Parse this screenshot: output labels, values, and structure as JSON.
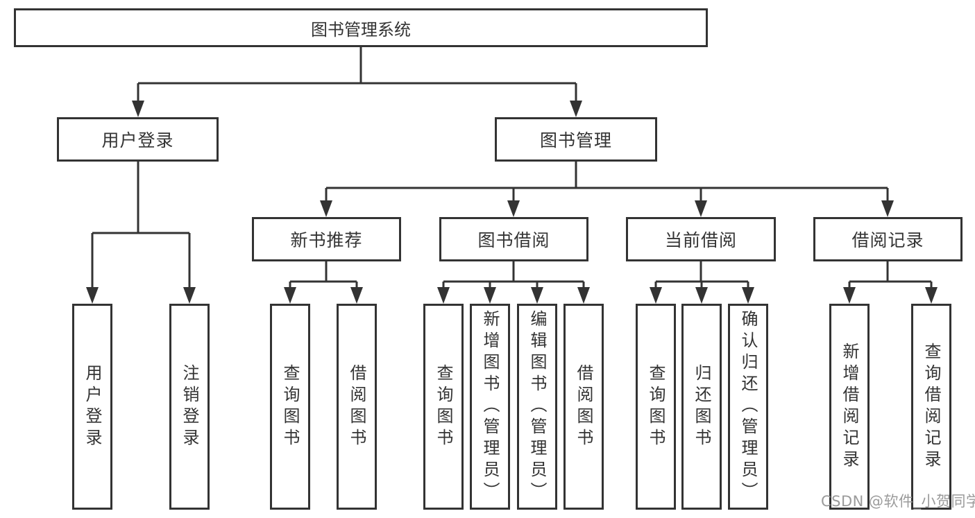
{
  "diagram": {
    "type": "functional-structure-tree",
    "colors": {
      "line": "#333333",
      "box_border": "#333333",
      "box_background": "#ffffff",
      "text": "#333333",
      "watermark": "#9b9b9b"
    },
    "tree": {
      "label": "图书管理系统",
      "children": [
        {
          "label": "用户登录",
          "children": [
            {
              "label": "用户登录"
            },
            {
              "label": "注销登录"
            }
          ]
        },
        {
          "label": "图书管理",
          "children": [
            {
              "label": "新书推荐",
              "children": [
                {
                  "label": "查询图书"
                },
                {
                  "label": "借阅图书"
                }
              ]
            },
            {
              "label": "图书借阅",
              "children": [
                {
                  "label": "查询图书"
                },
                {
                  "label": "新增图书（管理员）"
                },
                {
                  "label": "编辑图书（管理员）"
                },
                {
                  "label": "借阅图书"
                }
              ]
            },
            {
              "label": "当前借阅",
              "children": [
                {
                  "label": "查询图书"
                },
                {
                  "label": "归还图书"
                },
                {
                  "label": "确认归还（管理员）"
                }
              ]
            },
            {
              "label": "借阅记录",
              "children": [
                {
                  "label": "新增借阅记录"
                },
                {
                  "label": "查询借阅记录"
                }
              ]
            }
          ]
        }
      ]
    },
    "watermark": "CSDN @软件_小贺同学"
  }
}
